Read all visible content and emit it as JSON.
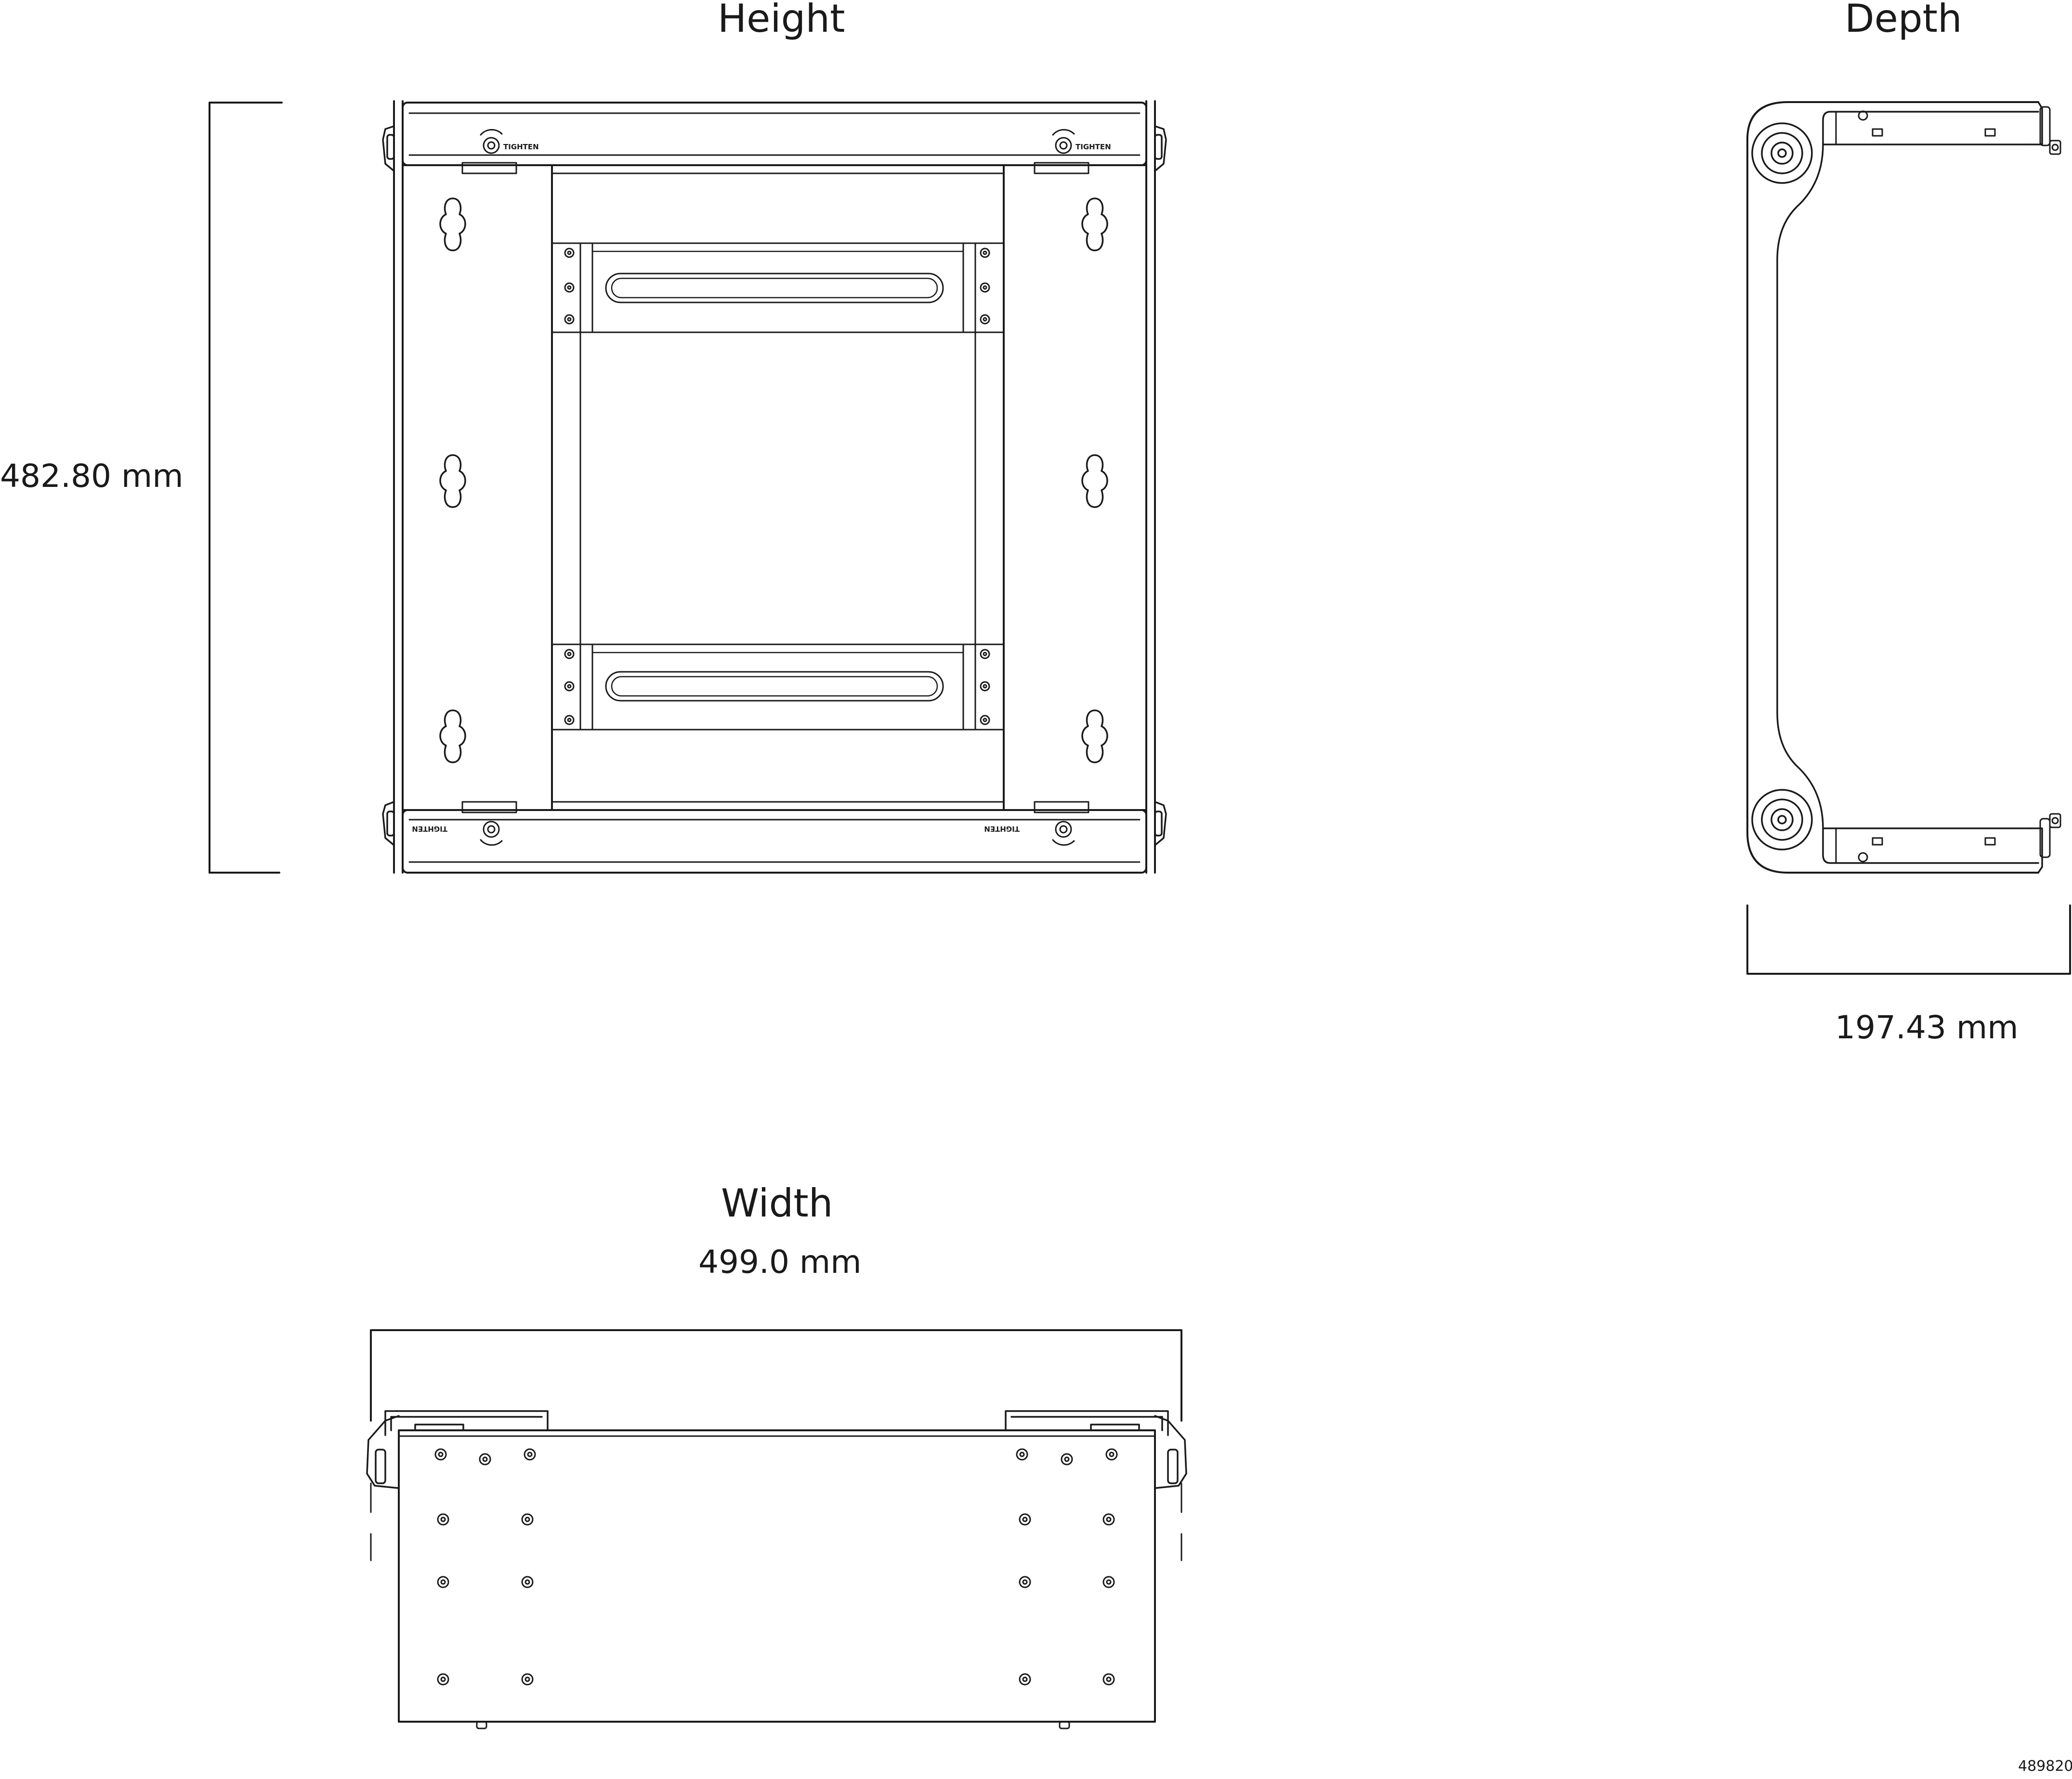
{
  "views": {
    "height": {
      "title": "Height",
      "dimension": "482.80 mm"
    },
    "depth": {
      "title": "Depth",
      "dimension": "197.43 mm"
    },
    "width": {
      "title": "Width",
      "dimension": "499.0 mm"
    }
  },
  "part_labels": {
    "tighten": "TIGHTEN"
  },
  "reference_number": "489820"
}
